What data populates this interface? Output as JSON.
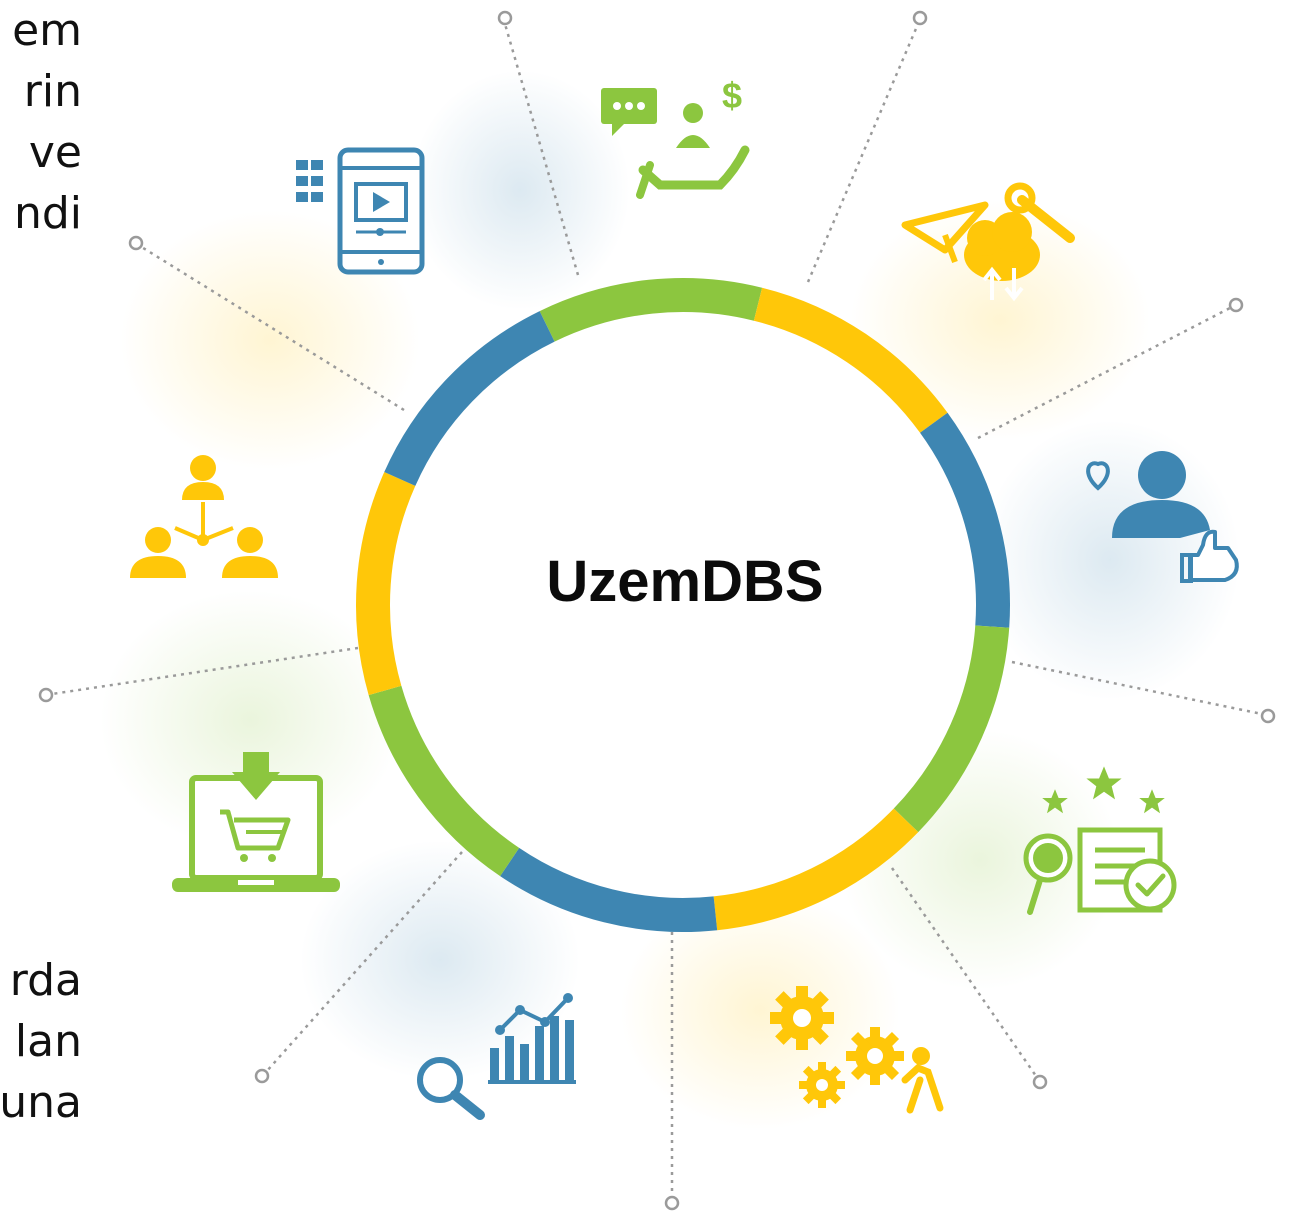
{
  "center_title": "UzemDBS",
  "left_text_top": [
    "em",
    "rin",
    "ve",
    "ndi"
  ],
  "left_text_bottom": [
    "rda",
    "lan",
    "una"
  ],
  "colors": {
    "blue": "#3e86b2",
    "green": "#8cc63f",
    "yellow": "#ffc709",
    "dot_line": "#9a9a9a"
  },
  "ring_segments": [
    {
      "color": "green"
    },
    {
      "color": "yellow"
    },
    {
      "color": "blue"
    },
    {
      "color": "green"
    },
    {
      "color": "yellow"
    },
    {
      "color": "blue"
    },
    {
      "color": "green"
    },
    {
      "color": "yellow"
    },
    {
      "color": "blue"
    }
  ],
  "icons": [
    "chat-support-money-icon",
    "send-cloud-tools-icon",
    "user-like-icon",
    "review-stars-icon",
    "gears-person-icon",
    "analytics-search-icon",
    "laptop-cart-icon",
    "network-people-icon",
    "mobile-video-icon"
  ]
}
